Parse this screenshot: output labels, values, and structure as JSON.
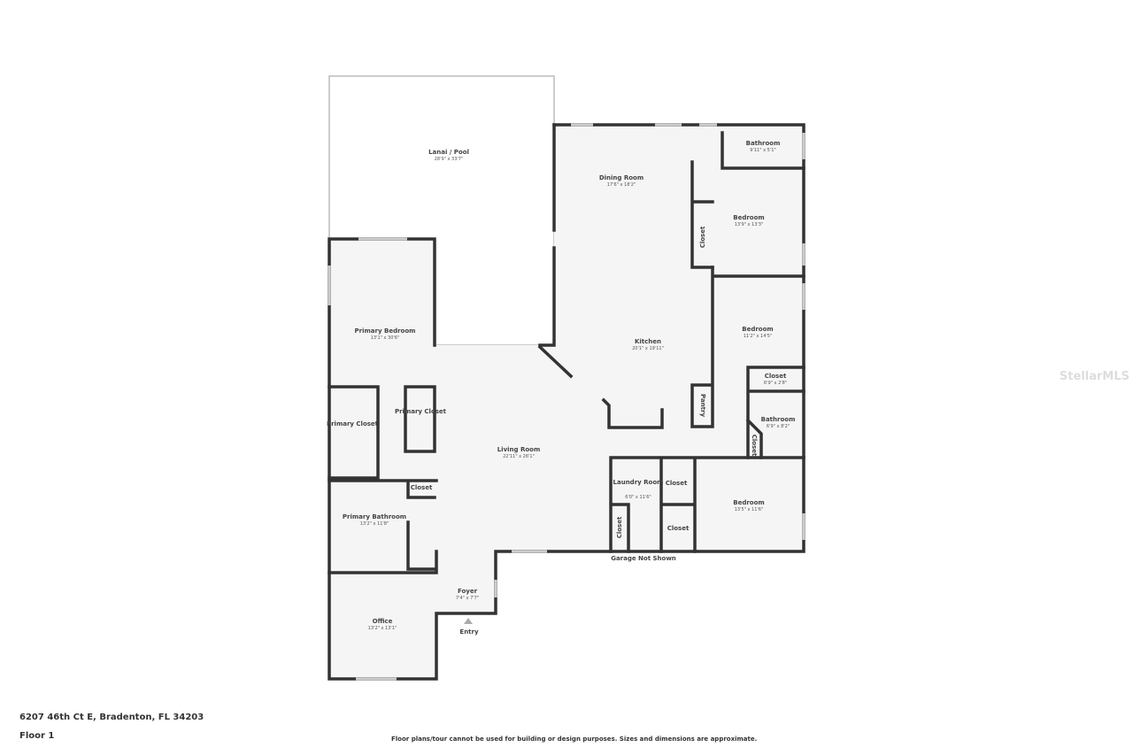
{
  "rooms": {
    "lanai": {
      "name": "Lanai / Pool",
      "dims": "28'9\" x 33'7\""
    },
    "dining": {
      "name": "Dining Room",
      "dims": "17'6\" x 18'2\""
    },
    "bath1": {
      "name": "Bathroom",
      "dims": "9'11\" x 5'1\""
    },
    "bed1": {
      "name": "Bedroom",
      "dims": "13'9\" x 13'3\""
    },
    "bed2": {
      "name": "Bedroom",
      "dims": "11'2\" x 14'5\""
    },
    "kitchen": {
      "name": "Kitchen",
      "dims": "20'1\" x 19'11\""
    },
    "closet_bed2": {
      "name": "Closet",
      "dims": "6'9\" x 2'8\""
    },
    "bath2": {
      "name": "Bathroom",
      "dims": "6'9\" x 8'2\""
    },
    "primary_bed": {
      "name": "Primary Bedroom",
      "dims": "13'1\" x 30'6\""
    },
    "primary_closet_l": {
      "name": "Primary Closet"
    },
    "primary_closet_r": {
      "name": "Primary Closet"
    },
    "living": {
      "name": "Living Room",
      "dims": "22'11\" x 26'1\""
    },
    "laundry": {
      "name": "Laundry Room",
      "dims": "6'0\" x 11'6\""
    },
    "bed3": {
      "name": "Bedroom",
      "dims": "13'5\" x 11'6\""
    },
    "primary_bath": {
      "name": "Primary Bathroom",
      "dims": "13'2\" x 11'8\""
    },
    "foyer": {
      "name": "Foyer",
      "dims": "7'4\" x 7'7\""
    },
    "office": {
      "name": "Office",
      "dims": "13'2\" x 13'1\""
    }
  },
  "small_labels": {
    "closet": "Closet",
    "pantry": "Pantry",
    "garage": "Garage Not Shown",
    "entry": "Entry"
  },
  "footer": {
    "address": "6207 46th Ct E, Bradenton, FL 34203",
    "floor": "Floor 1",
    "disclaimer": "Floor plans/tour cannot be used for building or design purposes. Sizes and dimensions are approximate."
  },
  "watermark": "StellarMLS",
  "colors": {
    "wall": "#333333",
    "floor": "#f5f5f5",
    "lanai": "#eeeeee"
  }
}
